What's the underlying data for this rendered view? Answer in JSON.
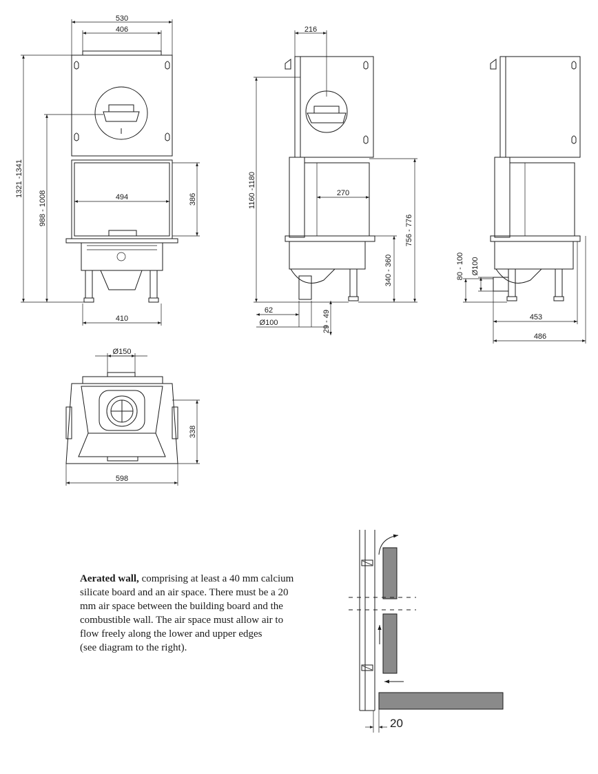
{
  "dimensions": {
    "front_width": "530",
    "front_inner_top": "406",
    "front_height_total": "1321 -1341",
    "front_height_lower": "988 - 1008",
    "front_glass_width": "494",
    "front_glass_height": "386",
    "front_base_width": "410",
    "side_top_width": "216",
    "side_height": "1160 -1180",
    "side_firebox_depth": "270",
    "side_firebox_height": "756 - 776",
    "side_base_height": "340 - 360",
    "side_outlet_offset": "62",
    "side_outlet_diameter": "Ø100",
    "side_foot_height": "29 - 49",
    "right_air_height": "80 - 100",
    "right_air_diameter": "Ø100",
    "right_depth_inner": "453",
    "right_depth_outer": "486",
    "top_flue_diameter": "Ø150",
    "top_depth": "338",
    "top_width": "598",
    "wall_gap": "20"
  },
  "note": {
    "bold": "Aerated wall,",
    "lines": [
      " comprising at least a 40 mm calcium",
      "silicate board and an air space. There must be a 20",
      "mm air space between the building board and the",
      "combustible wall. The air space must allow air to",
      "flow freely along the lower and upper edges",
      "(see diagram to the right)."
    ]
  },
  "colors": {
    "line": "#1a1a1a",
    "board_fill": "#8a8a8a",
    "paper": "#ffffff"
  }
}
